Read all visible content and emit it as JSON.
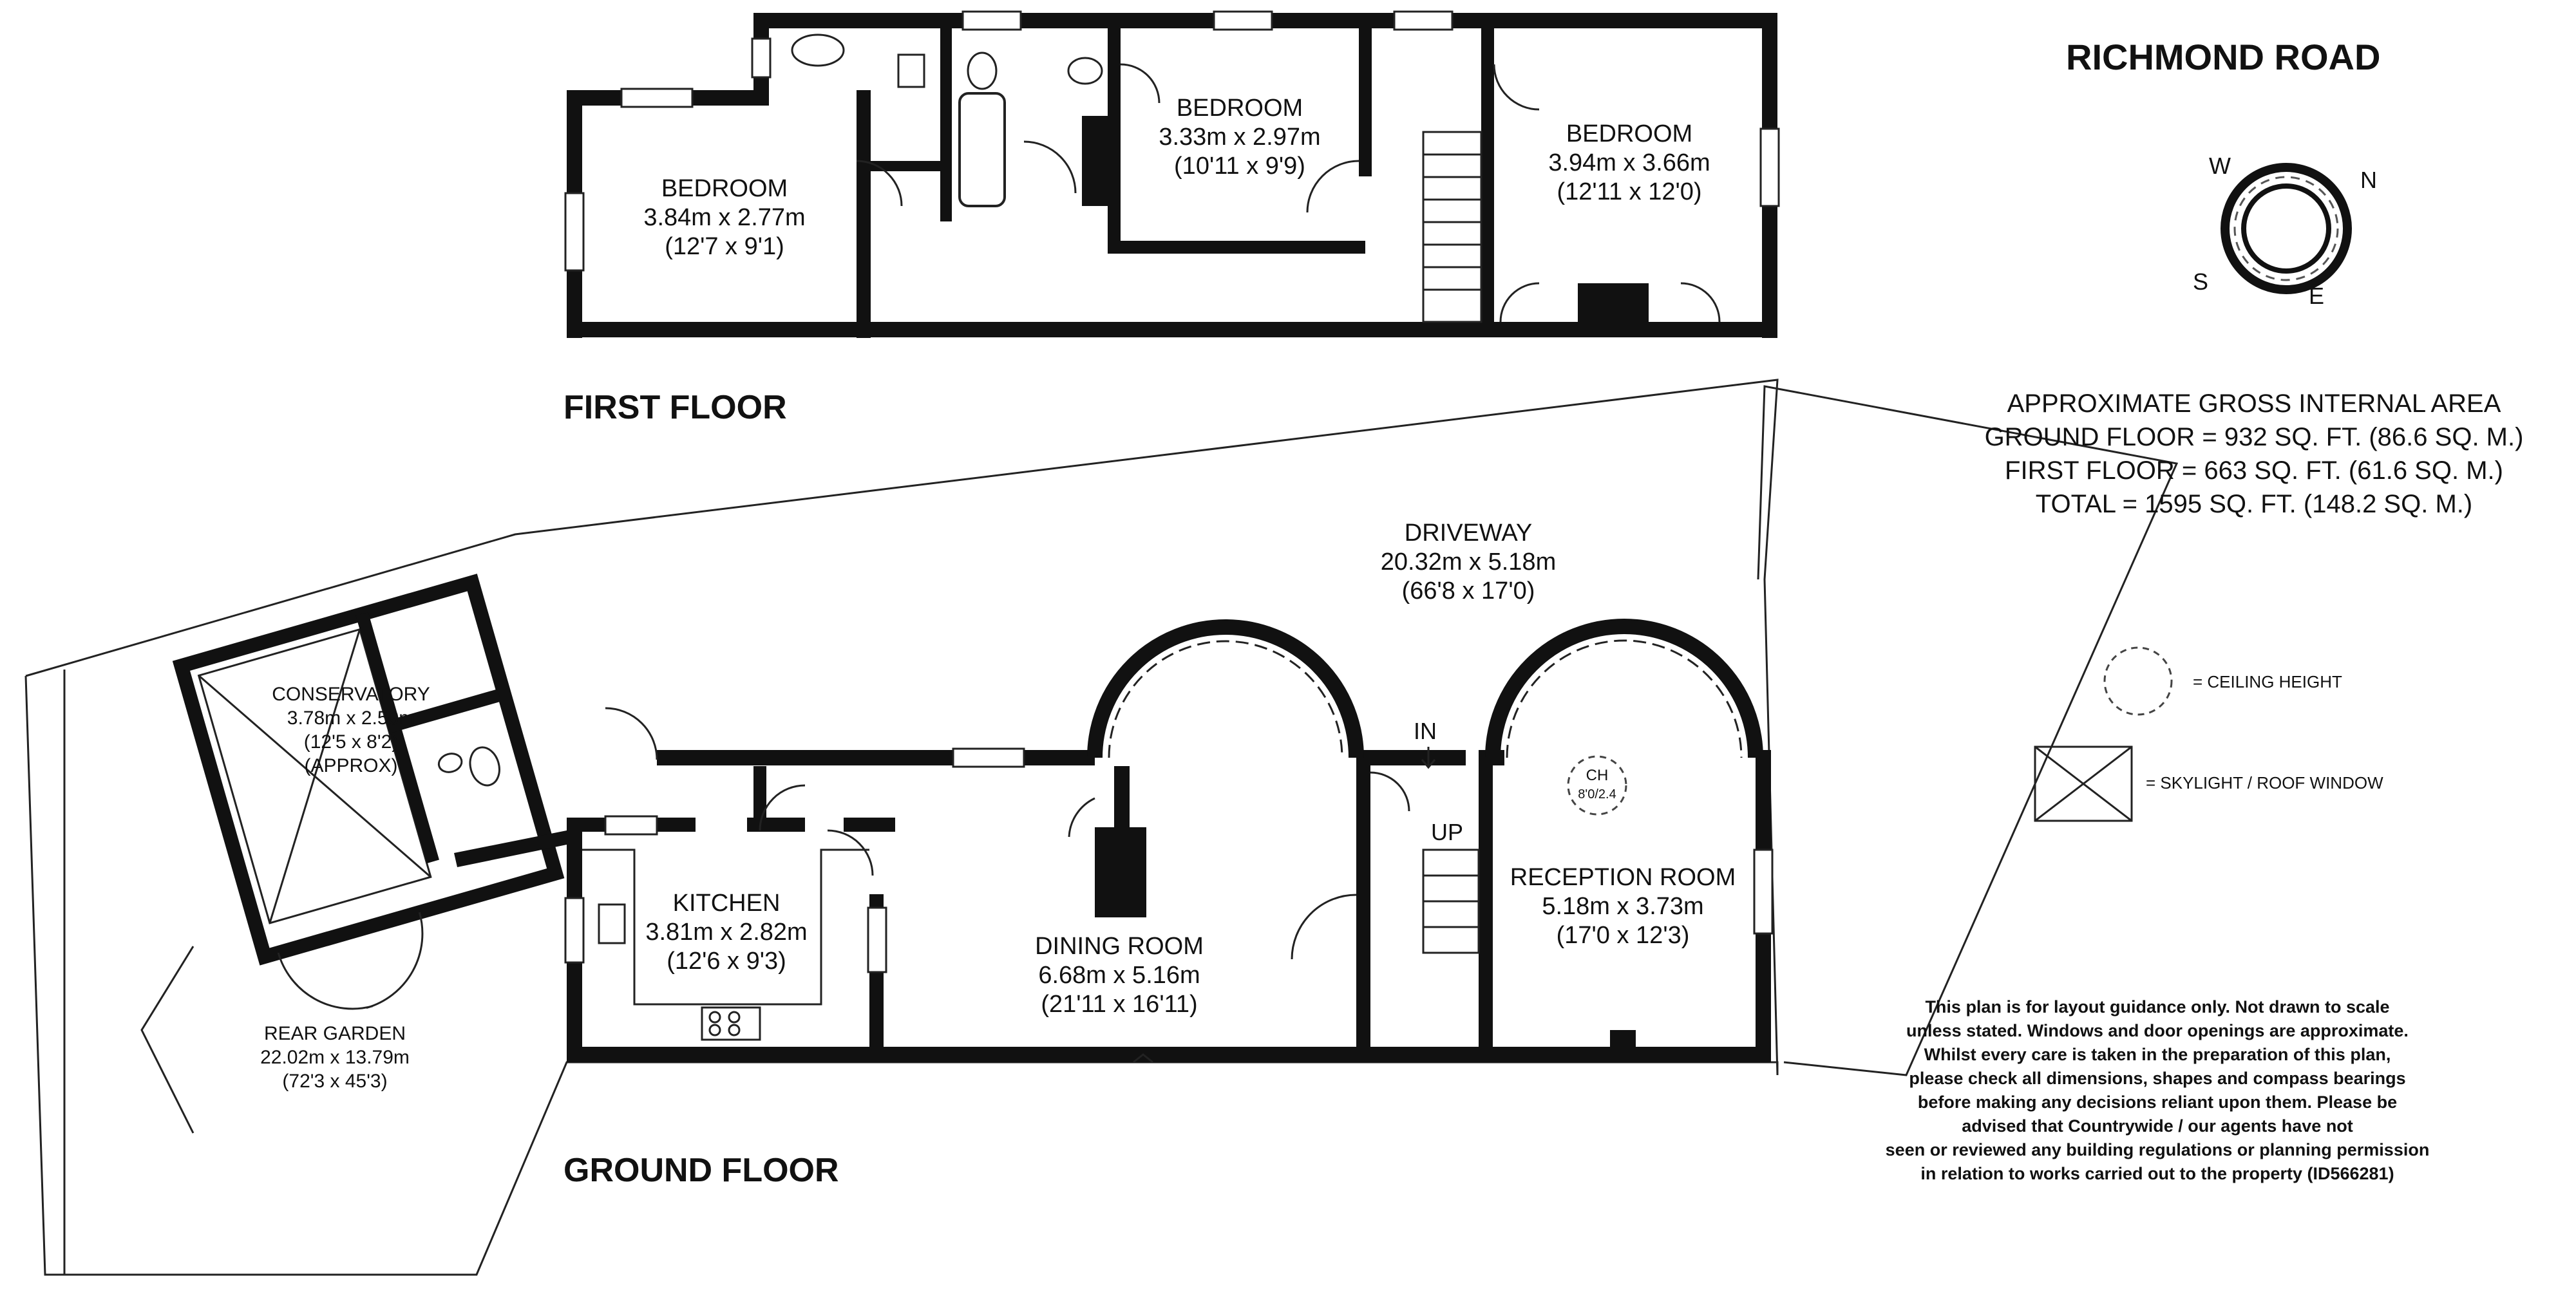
{
  "title": "RICHMOND ROAD",
  "floors": {
    "first": "FIRST FLOOR",
    "ground": "GROUND FLOOR"
  },
  "compass": {
    "w": "W",
    "n": "N",
    "s": "S",
    "e": "E"
  },
  "area": {
    "heading": "APPROXIMATE GROSS INTERNAL AREA",
    "ground": "GROUND FLOOR = 932 SQ. FT. (86.6 SQ. M.)",
    "first": "FIRST FLOOR  = 663 SQ. FT. (61.6 SQ. M.)",
    "total": "TOTAL =  1595 SQ. FT. (148.2 SQ. M.)"
  },
  "legend": {
    "ceiling": "= CEILING HEIGHT",
    "skylight": "= SKYLIGHT / ROOF  WINDOW"
  },
  "rooms": {
    "bed1": {
      "name": "BEDROOM",
      "metric": "3.84m x 2.77m",
      "imperial": "(12'7 x 9'1)"
    },
    "bed2": {
      "name": "BEDROOM",
      "metric": "3.33m x 2.97m",
      "imperial": "(10'11 x 9'9)"
    },
    "bed3": {
      "name": "BEDROOM",
      "metric": "3.94m x 3.66m",
      "imperial": "(12'11 x 12'0)"
    },
    "driveway": {
      "name": "DRIVEWAY",
      "metric": "20.32m x 5.18m",
      "imperial": "(66'8 x 17'0)"
    },
    "conservatory": {
      "name": "CONSERVATORY",
      "metric": "3.78m x 2.50m",
      "imperial": "(12'5 x 8'2)",
      "note": "(APPROX)"
    },
    "kitchen": {
      "name": "KITCHEN",
      "metric": "3.81m x 2.82m",
      "imperial": "(12'6 x 9'3)"
    },
    "dining": {
      "name": "DINING ROOM",
      "metric": "6.68m x 5.16m",
      "imperial": "(21'11 x 16'11)"
    },
    "reception": {
      "name": "RECEPTION ROOM",
      "metric": "5.18m x 3.73m",
      "imperial": "(17'0 x 12'3)"
    },
    "garden": {
      "name": "REAR GARDEN",
      "metric": "22.02m x 13.79m",
      "imperial": "(72'3 x 45'3)"
    }
  },
  "markers": {
    "in": "IN",
    "up": "UP",
    "ch": "CH",
    "ch_value": "8'0/2.4"
  },
  "disclaimer": [
    "This plan is for layout guidance only. Not drawn to scale",
    "unless stated. Windows and door openings are approximate.",
    "Whilst every care is taken in the preparation of this plan,",
    "please check all dimensions, shapes and compass bearings",
    "before making any decisions reliant upon them. Please be",
    "advised that Countrywide / our agents have not",
    "seen or reviewed any building regulations or planning permission",
    "in relation to works carried out to the property (ID566281)"
  ]
}
